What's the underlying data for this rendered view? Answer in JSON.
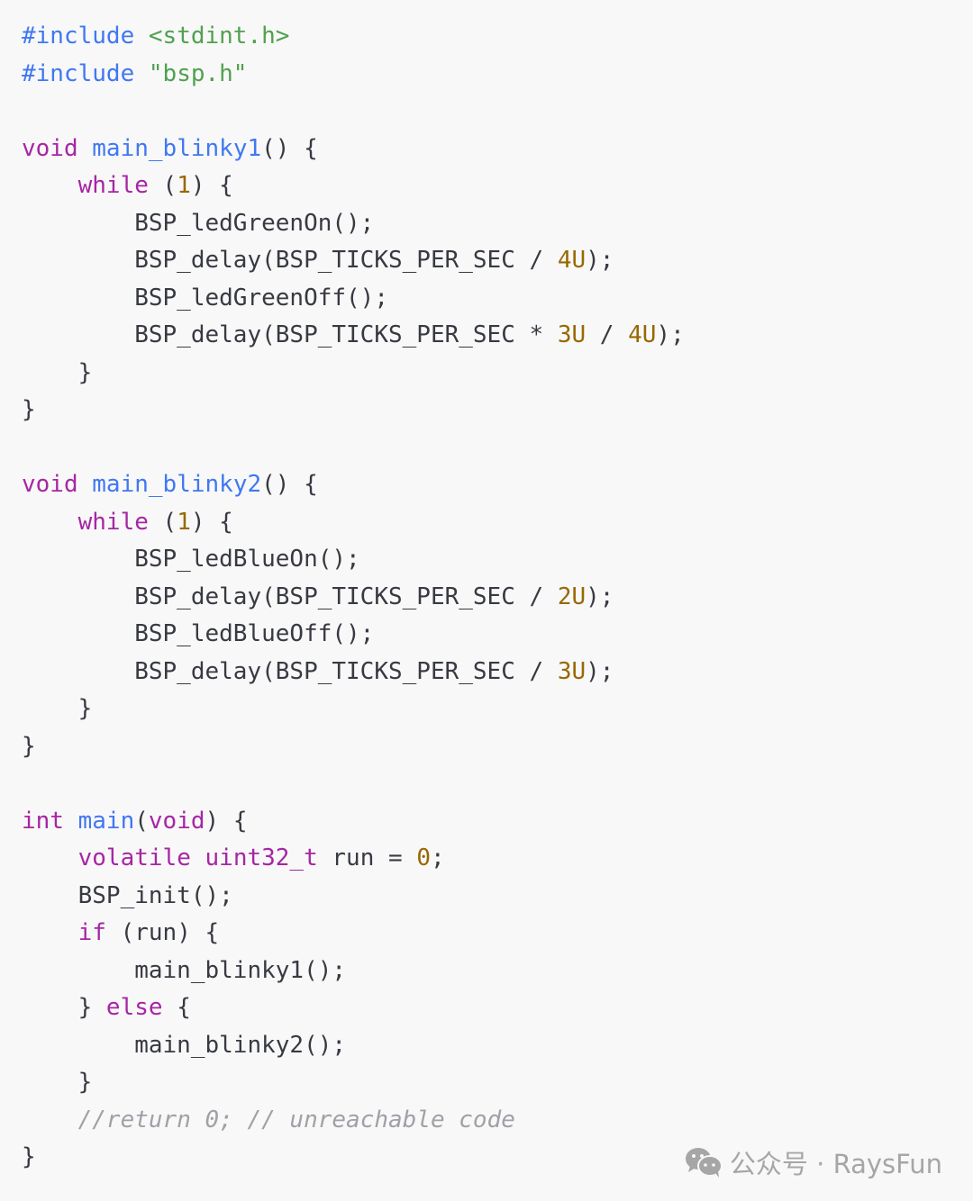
{
  "code": {
    "lines": [
      [
        {
          "t": "#include",
          "c": "pp"
        },
        {
          "t": " "
        },
        {
          "t": "<stdint.h>",
          "c": "str"
        }
      ],
      [
        {
          "t": "#include",
          "c": "pp"
        },
        {
          "t": " "
        },
        {
          "t": "\"bsp.h\"",
          "c": "str"
        }
      ],
      [],
      [
        {
          "t": "void",
          "c": "kw"
        },
        {
          "t": " "
        },
        {
          "t": "main_blinky1",
          "c": "fn"
        },
        {
          "t": "() {"
        }
      ],
      [
        {
          "t": "    "
        },
        {
          "t": "while",
          "c": "kw"
        },
        {
          "t": " ("
        },
        {
          "t": "1",
          "c": "num"
        },
        {
          "t": ") {"
        }
      ],
      [
        {
          "t": "        BSP_ledGreenOn();"
        }
      ],
      [
        {
          "t": "        BSP_delay(BSP_TICKS_PER_SEC / "
        },
        {
          "t": "4U",
          "c": "num"
        },
        {
          "t": ");"
        }
      ],
      [
        {
          "t": "        BSP_ledGreenOff();"
        }
      ],
      [
        {
          "t": "        BSP_delay(BSP_TICKS_PER_SEC * "
        },
        {
          "t": "3U",
          "c": "num"
        },
        {
          "t": " / "
        },
        {
          "t": "4U",
          "c": "num"
        },
        {
          "t": ");"
        }
      ],
      [
        {
          "t": "    }"
        }
      ],
      [
        {
          "t": "}"
        }
      ],
      [],
      [
        {
          "t": "void",
          "c": "kw"
        },
        {
          "t": " "
        },
        {
          "t": "main_blinky2",
          "c": "fn"
        },
        {
          "t": "() {"
        }
      ],
      [
        {
          "t": "    "
        },
        {
          "t": "while",
          "c": "kw"
        },
        {
          "t": " ("
        },
        {
          "t": "1",
          "c": "num"
        },
        {
          "t": ") {"
        }
      ],
      [
        {
          "t": "        BSP_ledBlueOn();"
        }
      ],
      [
        {
          "t": "        BSP_delay(BSP_TICKS_PER_SEC / "
        },
        {
          "t": "2U",
          "c": "num"
        },
        {
          "t": ");"
        }
      ],
      [
        {
          "t": "        BSP_ledBlueOff();"
        }
      ],
      [
        {
          "t": "        BSP_delay(BSP_TICKS_PER_SEC / "
        },
        {
          "t": "3U",
          "c": "num"
        },
        {
          "t": ");"
        }
      ],
      [
        {
          "t": "    }"
        }
      ],
      [
        {
          "t": "}"
        }
      ],
      [],
      [
        {
          "t": "int",
          "c": "kw"
        },
        {
          "t": " "
        },
        {
          "t": "main",
          "c": "fn"
        },
        {
          "t": "("
        },
        {
          "t": "void",
          "c": "kw"
        },
        {
          "t": ") {"
        }
      ],
      [
        {
          "t": "    "
        },
        {
          "t": "volatile",
          "c": "kw"
        },
        {
          "t": " "
        },
        {
          "t": "uint32_t",
          "c": "kw"
        },
        {
          "t": " run = "
        },
        {
          "t": "0",
          "c": "num"
        },
        {
          "t": ";"
        }
      ],
      [
        {
          "t": "    BSP_init();"
        }
      ],
      [
        {
          "t": "    "
        },
        {
          "t": "if",
          "c": "kw"
        },
        {
          "t": " (run) {"
        }
      ],
      [
        {
          "t": "        main_blinky1();"
        }
      ],
      [
        {
          "t": "    } "
        },
        {
          "t": "else",
          "c": "kw"
        },
        {
          "t": " {"
        }
      ],
      [
        {
          "t": "        main_blinky2();"
        }
      ],
      [
        {
          "t": "    }"
        }
      ],
      [
        {
          "t": "    "
        },
        {
          "t": "//return 0; // unreachable code",
          "c": "cm"
        }
      ],
      [
        {
          "t": "}"
        }
      ]
    ]
  },
  "watermark": {
    "icon": "wechat-icon",
    "label": "公众号 · RaysFun"
  }
}
